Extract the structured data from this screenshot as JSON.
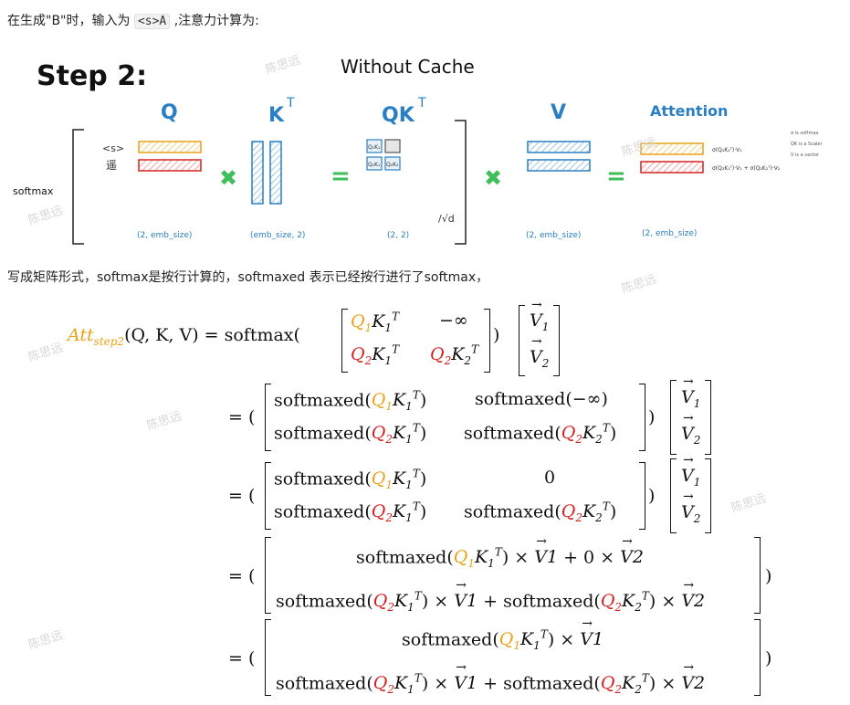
{
  "intro": {
    "prefix": "在生成\"B\"时，输入为",
    "code": "<s>A",
    "suffix": ",注意力计算为:"
  },
  "diagram": {
    "title": "Step 2:",
    "subtitle": "Without Cache",
    "softmax_label": "softmax",
    "token_s": "<s>",
    "token_char": "遥",
    "col_q": "Q",
    "col_kt": "K",
    "col_kt_sup": "T",
    "col_qkt": "QK",
    "col_qkt_sup": "T",
    "col_v": "V",
    "col_att": "Attention",
    "dim_q": "(2, emb_size)",
    "dim_kt": "(emb_size, 2)",
    "dim_qkt": "(2, 2)",
    "dim_v": "(2, emb_size)",
    "dim_att": "(2, emb_size)",
    "sqrt_d": "/√d",
    "cell_11": "Q₁K₁",
    "cell_21": "Q₂K₁",
    "cell_22": "Q₂K₂",
    "att_row1": "σ(Q₁K₁ᵀ)·V₁",
    "att_row2": "σ(Q₂K₁ᵀ)·V₁ + σ(Q₂K₂ᵀ)·V₂",
    "note1": "σ is softmax",
    "note2": "QK is a Scaler",
    "note3": "V is a vector"
  },
  "para2": "写成矩阵形式，softmax是按行计算的，softmaxed 表示已经按行进行了softmax，",
  "eq": {
    "att": "Att",
    "step": "step2",
    "args": "(Q, K, V) = softmax(",
    "neg_inf": "−∞",
    "zero": "0",
    "softmaxed": "softmaxed",
    "softmaxed_neginf": "softmaxed(−∞)",
    "eq_sign": "= ("
  },
  "watermark": "陈思远",
  "colors": {
    "yellow": "#e8a317",
    "red": "#d62020",
    "blue": "#3a8fd0",
    "green": "#3fbf5a"
  }
}
